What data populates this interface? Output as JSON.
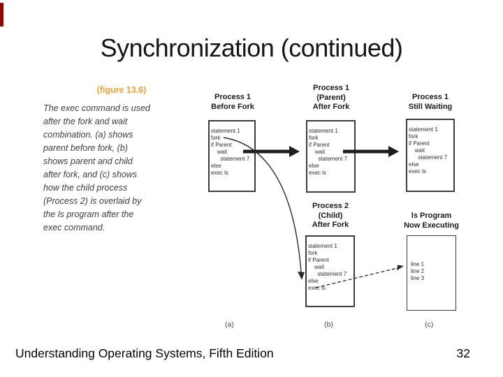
{
  "slide": {
    "title": "Synchronization (continued)",
    "footer": {
      "book_title": "Understanding Operating Systems, Fifth Edition",
      "page_number": "32"
    }
  },
  "figure": {
    "label": "(figure 13.6)",
    "caption": "The exec command is used\nafter the fork and wait\ncombination. (a) shows\nparent before fork, (b)\nshows parent and child\nafter fork, and (c) shows\nhow the child process\n(Process 2) is overlaid by\nthe ls program after the\nexec command."
  },
  "diagram": {
    "code_text": "statement 1\nfork\nif Parent\n    wait\n      statement 7\nelse\nexec ls",
    "ls_output": "line 1\nline 2\nline 3",
    "panels": {
      "before_fork": "Process 1\nBefore Fork",
      "parent_after_fork": "Process 1\n(Parent)\nAfter Fork",
      "still_waiting": "Process 1\nStill Waiting",
      "child_after_fork": "Process 2\n(Child)\nAfter Fork",
      "ls_program": "ls Program\nNow Executing"
    },
    "sublabels": {
      "a": "(a)",
      "b": "(b)",
      "c": "(c)"
    }
  },
  "colors": {
    "figure_accent": "#e8a33c",
    "edge_accent": "#990000",
    "diagram_ink": "#2d2d2d"
  }
}
